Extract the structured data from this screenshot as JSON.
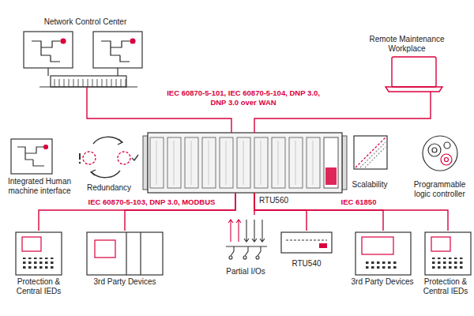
{
  "diagram": {
    "nodes": [
      {
        "text": [
          "Network Control Center"
        ]
      },
      {
        "text": [
          "Remote Maintenance Workplace"
        ]
      },
      {
        "text": [
          "Integrated Human machine interface"
        ]
      },
      {
        "text": [
          "Redundancy"
        ]
      },
      {
        "text": [
          "RTU560"
        ]
      },
      {
        "text": [
          "Scalability"
        ]
      },
      {
        "text": [
          "Programmable logic controller"
        ]
      },
      {
        "text": [
          "Protection & Central IEDs"
        ]
      },
      {
        "text": [
          "3rd Party Devices"
        ]
      },
      {
        "text": [
          "Partial I/Os"
        ]
      },
      {
        "text": [
          "RTU540"
        ]
      },
      {
        "text": [
          "3rd Party Devices"
        ]
      },
      {
        "text": [
          "Protection & Central IEDs"
        ]
      }
    ],
    "edges": [
      {
        "from": 0,
        "to": 4,
        "arrow": "none"
      },
      {
        "from": 1,
        "to": 4,
        "arrow": "none"
      },
      {
        "from": 4,
        "to": 7,
        "arrow": "none"
      },
      {
        "from": 4,
        "to": 8,
        "arrow": "none"
      },
      {
        "from": 4,
        "to": 9,
        "arrow": "none"
      },
      {
        "from": 4,
        "to": 10,
        "arrow": "none"
      },
      {
        "from": 4,
        "to": 11,
        "arrow": "none"
      },
      {
        "from": 4,
        "to": 12,
        "arrow": "none"
      }
    ],
    "labels": [
      "IEC 60870-5-101, IEC 60870-5-104, DNP 3.0, DNP 3.0 over WAN",
      "IEC 60870-5-103, DNP 3.0, MODBUS",
      "IEC 61850"
    ]
  }
}
